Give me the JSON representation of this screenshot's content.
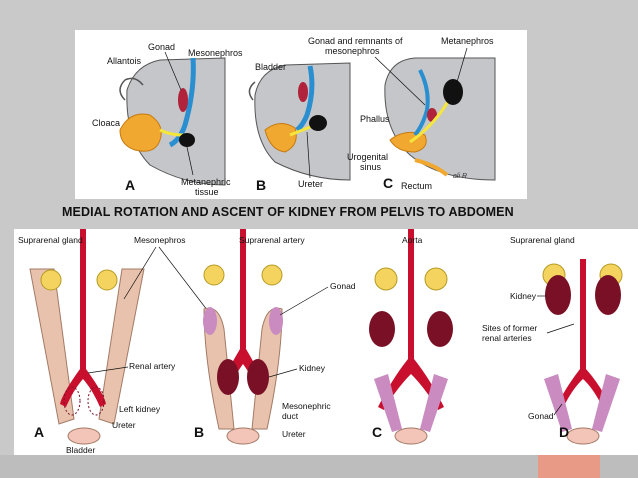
{
  "caption": "MEDIAL ROTATION AND ASCENT OF  KIDNEY FROM PELVIS TO ABDOMEN",
  "top_figure": {
    "stages": [
      "A",
      "B",
      "C"
    ],
    "labels": {
      "gonad": "Gonad",
      "mesonephros": "Mesonephros",
      "allantois": "Allantois",
      "cloaca": "Cloaca",
      "metanephric_tissue_1": "Metanephric",
      "metanephric_tissue_2": "tissue",
      "bladder": "Bladder",
      "ureter": "Ureter",
      "gonad_remnants_1": "Gonad and remnants of",
      "gonad_remnants_2": "mesonephros",
      "metanephros": "Metanephros",
      "phallus": "Phallus",
      "urogenital_sinus_1": "Urogenital",
      "urogenital_sinus_2": "sinus",
      "rectum": "Rectum",
      "signature": "ali R"
    }
  },
  "bottom_figure": {
    "stages": [
      "A",
      "B",
      "C",
      "D"
    ],
    "labels": {
      "suprarenal_gland_a": "Suprarenal gland",
      "mesonephros": "Mesonephros",
      "suprarenal_artery": "Suprarenal artery",
      "aorta": "Aorta",
      "suprarenal_gland_d": "Suprarenal gland",
      "gonad_b": "Gonad",
      "renal_artery": "Renal artery",
      "left_kidney": "Left kidney",
      "ureter_a": "Ureter",
      "bladder": "Bladder",
      "kidney_b": "Kidney",
      "mesonephric_duct_1": "Mesonephric",
      "mesonephric_duct_2": "duct",
      "ureter_b": "Ureter",
      "kidney_d": "Kidney",
      "sites_1": "Sites of former",
      "sites_2": "renal arteries",
      "gonad_d": "Gonad"
    }
  },
  "colors": {
    "artery": "#c8102e",
    "kidney": "#7a1026",
    "mesonephros_bottom": "#e8c2ad",
    "suprarenal": "#f4d35e",
    "gonad_bottom": "#c98bc0",
    "bladder": "#f3c5b8",
    "mesonephros_top": "#2a8fd0",
    "ureter_top": "#f5e63c",
    "cloaca_top": "#f0a830",
    "gonad_top": "#b0233a",
    "metanephros_top": "#111111"
  }
}
